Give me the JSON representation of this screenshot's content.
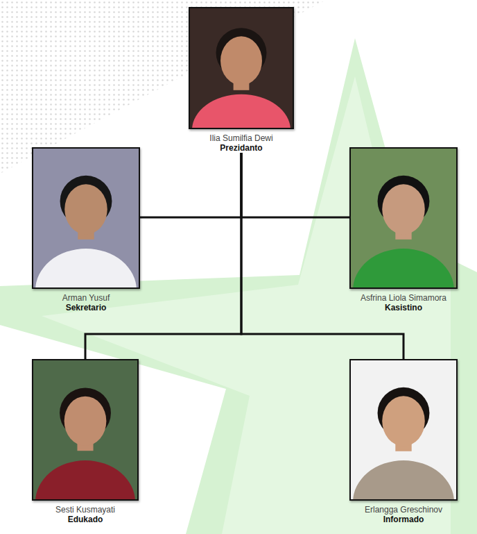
{
  "diagram": {
    "nodes": [
      {
        "text": [
          "Ilia Sumilfia Dewi",
          "Prezidanto"
        ]
      },
      {
        "text": [
          "Arman Yusuf",
          "Sekretario"
        ]
      },
      {
        "text": [
          "Asfrina Liola Simamora",
          "Kasistino"
        ]
      },
      {
        "text": [
          "Sesti Kusmayati",
          "Edukado"
        ]
      },
      {
        "text": [
          "Erlangga Greschinov",
          "Informado"
        ]
      }
    ],
    "edges": [
      {
        "from": 0,
        "to": 1,
        "arrow": "none"
      },
      {
        "from": 0,
        "to": 2,
        "arrow": "none"
      },
      {
        "from": 0,
        "to": 3,
        "arrow": "none"
      },
      {
        "from": 0,
        "to": 4,
        "arrow": "none"
      }
    ]
  }
}
